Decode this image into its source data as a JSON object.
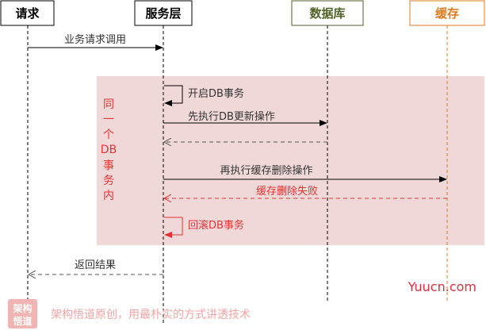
{
  "participants": [
    {
      "id": "req",
      "label": "请求",
      "border": "#000000",
      "text": "#000000"
    },
    {
      "id": "svc",
      "label": "服务层",
      "border": "#000000",
      "text": "#000000"
    },
    {
      "id": "db",
      "label": "数据库",
      "border": "#4f6228",
      "text": "#4f6228"
    },
    {
      "id": "cache",
      "label": "缓存",
      "border": "#e07b1f",
      "text": "#e07b1f"
    }
  ],
  "transaction": {
    "label_chars": [
      "同",
      "一",
      "个",
      "DB",
      "事",
      "务",
      "内"
    ],
    "fill": "#f0d8d8",
    "label_color": "#e53333"
  },
  "messages": [
    {
      "id": "call",
      "text": "业务请求调用"
    },
    {
      "id": "begin",
      "text": "开启DB事务"
    },
    {
      "id": "update",
      "text": "先执行DB更新操作"
    },
    {
      "id": "update-ret",
      "text": ""
    },
    {
      "id": "delete",
      "text": "再执行缓存删除操作"
    },
    {
      "id": "delete-fail",
      "text": "缓存删除失败"
    },
    {
      "id": "rollback",
      "text": "回滚DB事务"
    },
    {
      "id": "result",
      "text": "返回结果"
    }
  ],
  "watermark": {
    "site": "Yuucn.com",
    "logo_lines": [
      "架构",
      "悟道"
    ],
    "slogan": "架构悟道原创，用最朴实的方式讲透技术"
  },
  "colors": {
    "black": "#000000",
    "red": "#e53333",
    "dashed": "#555555",
    "logo_bg": "#f2b3b3",
    "slogan": "#f3a3a3",
    "site": "#d9303e"
  }
}
